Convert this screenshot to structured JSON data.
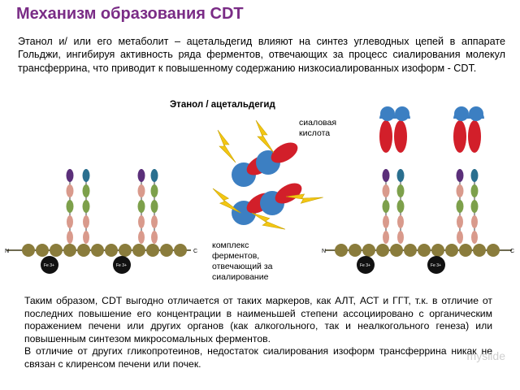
{
  "slide": {
    "title": "Механизм образования CDT",
    "intro": "Этанол и/ или его метаболит – ацетальдегид влияют на синтез углеводных цепей в аппарате Гольджи, ингибируя активность ряда ферментов, отвечающих за процесс сиалирования молекул трансферрина, что приводит к повышенному содержанию низкосиалированных изоформ - CDT.",
    "diagram_heading": "Этанол / ацетальдегид",
    "label_sialic": "сиаловая кислота",
    "label_complex": "комплекс ферментов, отвечающий за сиалирование",
    "terminal_n": "N",
    "terminal_c": "C",
    "fe_label": "Fe 3+",
    "conclusion_1": "Таким образом, CDT выгодно отличается от таких маркеров, как АЛТ, АСТ и ГГТ, т.к. в отличие от последних повышение его концентрации в наименьшей степени ассоциировано с органическим поражением печени или других органов (как алкогольного, так и неалкогольного генеза) или повышенным синтезом микросомальных ферментов.",
    "conclusion_2": "В отличие от других гликопротеинов, недостаток сиалирования изоформ трансферрина никак не связан с клиренсом печени или почек.",
    "watermark": "myslide"
  },
  "colors": {
    "title": "#7a2c86",
    "chain_bead": "#8a7c3c",
    "sialic": "#5b2f7a",
    "galactose": "#2a6f8f",
    "glcnac": "#7da04b",
    "mannose": "#d99a8c",
    "enzyme_blue": "#3c7fc2",
    "enzyme_red": "#d21f2a",
    "lightning": "#f3c613"
  }
}
